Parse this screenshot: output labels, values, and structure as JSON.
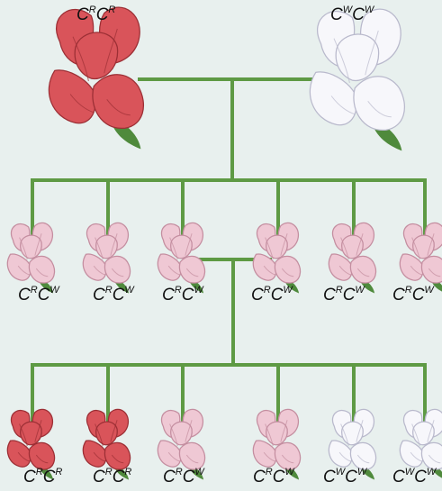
{
  "parents": [
    {
      "genotype": "CRCR",
      "allele1": "R",
      "allele2": "R",
      "color": "red"
    },
    {
      "genotype": "CWCW",
      "allele1": "W",
      "allele2": "W",
      "color": "white"
    }
  ],
  "f1": [
    {
      "allele1": "R",
      "allele2": "W",
      "color": "pink"
    },
    {
      "allele1": "R",
      "allele2": "W",
      "color": "pink"
    },
    {
      "allele1": "R",
      "allele2": "W",
      "color": "pink"
    },
    {
      "allele1": "R",
      "allele2": "W",
      "color": "pink"
    },
    {
      "allele1": "R",
      "allele2": "W",
      "color": "pink"
    },
    {
      "allele1": "R",
      "allele2": "W",
      "color": "pink"
    }
  ],
  "f2": [
    {
      "allele1": "R",
      "allele2": "R",
      "color": "red"
    },
    {
      "allele1": "R",
      "allele2": "R",
      "color": "red"
    },
    {
      "allele1": "R",
      "allele2": "W",
      "color": "pink"
    },
    {
      "allele1": "R",
      "allele2": "W",
      "color": "pink"
    },
    {
      "allele1": "W",
      "allele2": "W",
      "color": "white"
    },
    {
      "allele1": "W",
      "allele2": "W",
      "color": "white"
    }
  ],
  "gene_letter": "C",
  "colors": {
    "background": "#e8f0ee",
    "line": "#5e9a44",
    "red": "#d9545a",
    "red_dark": "#9c2f35",
    "pink": "#efc8d4",
    "pink_dark": "#c48ea0",
    "white": "#f7f7fb",
    "white_dark": "#b9b9cc",
    "leaf": "#4f8a3c"
  }
}
